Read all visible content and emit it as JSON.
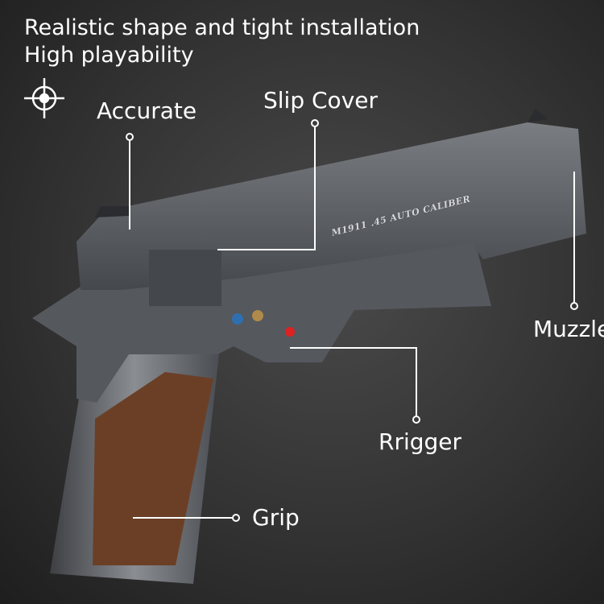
{
  "headline": {
    "line1": "Realistic shape and tight installation",
    "line2": "High playability"
  },
  "icons": {
    "crosshair": "crosshair-icon"
  },
  "callouts": {
    "accurate": "Accurate",
    "slip_cover": "Slip Cover",
    "muzzle": "Muzzle",
    "trigger": "Rrigger",
    "grip": "Grip"
  },
  "product": {
    "engraving": "M1911 .45 AUTO CALIBER"
  },
  "colors": {
    "body": "#5a5d62",
    "grip": "#6b3f26",
    "accent_blue": "#2f6fb0",
    "accent_red": "#d22"
  }
}
